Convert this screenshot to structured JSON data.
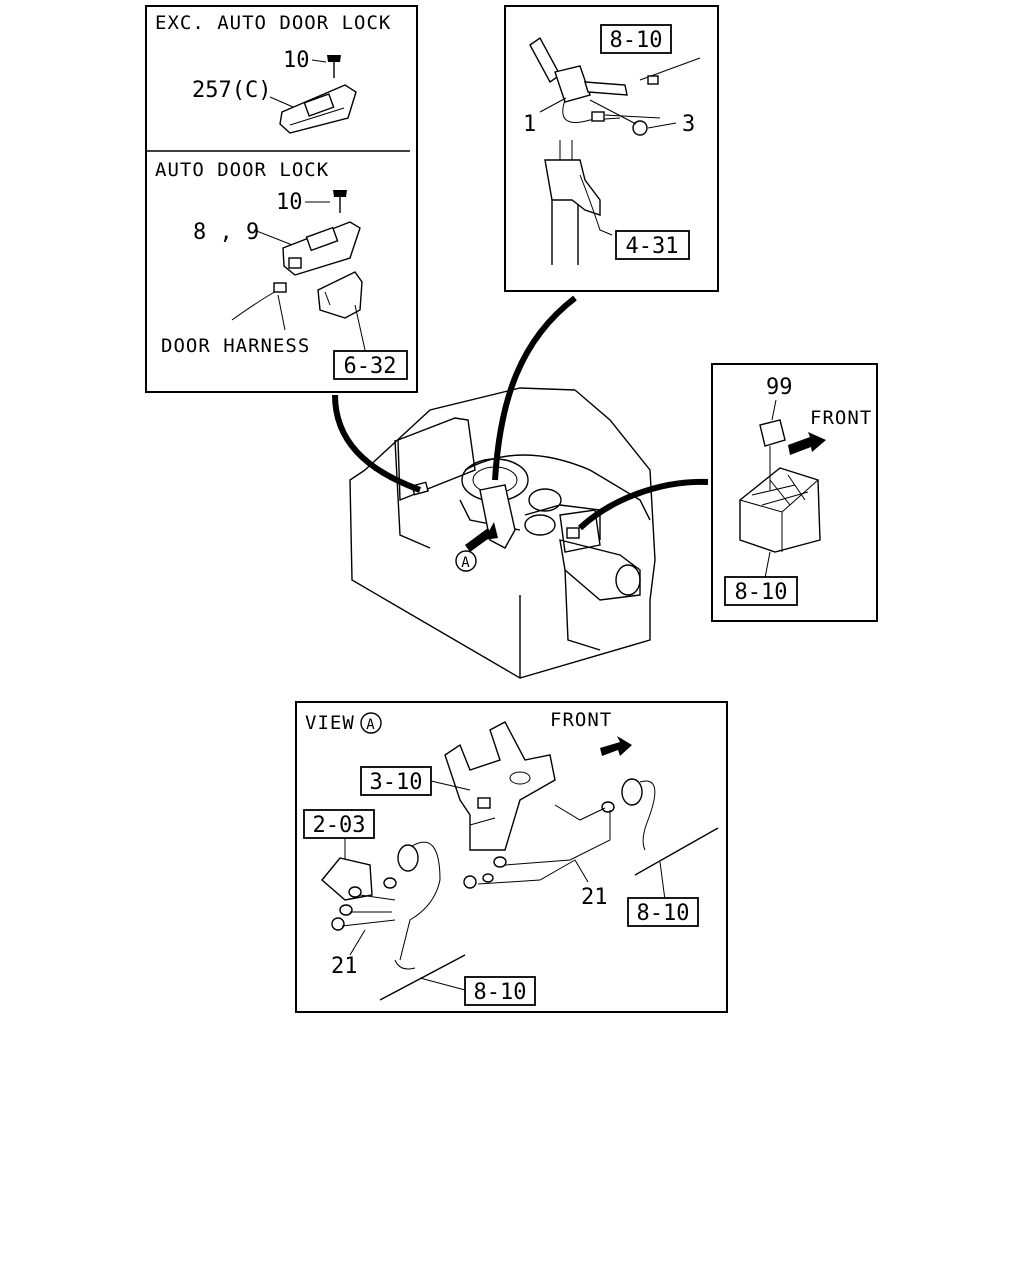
{
  "panel_exc": {
    "title": "EXC. AUTO DOOR LOCK",
    "screw": "10",
    "switch": "257(C)"
  },
  "panel_auto": {
    "title": "AUTO DOOR LOCK",
    "screw": "10",
    "switch": "8 , 9",
    "harness": "DOOR HARNESS",
    "ref": "6-32"
  },
  "panel_column": {
    "ref_top": "8-10",
    "part_1": "1",
    "part_3": "3",
    "ref_bottom": "4-31"
  },
  "panel_relay": {
    "part": "99",
    "front": "FRONT",
    "ref": "8-10"
  },
  "main": {
    "view_marker": "A"
  },
  "panel_view": {
    "title": "VIEW",
    "marker": "A",
    "front": "FRONT",
    "ref_bracket": "3-10",
    "ref_left": "2-03",
    "part_21_right": "21",
    "ref_right": "8-10",
    "part_21_left": "21",
    "ref_bottom": "8-10"
  }
}
